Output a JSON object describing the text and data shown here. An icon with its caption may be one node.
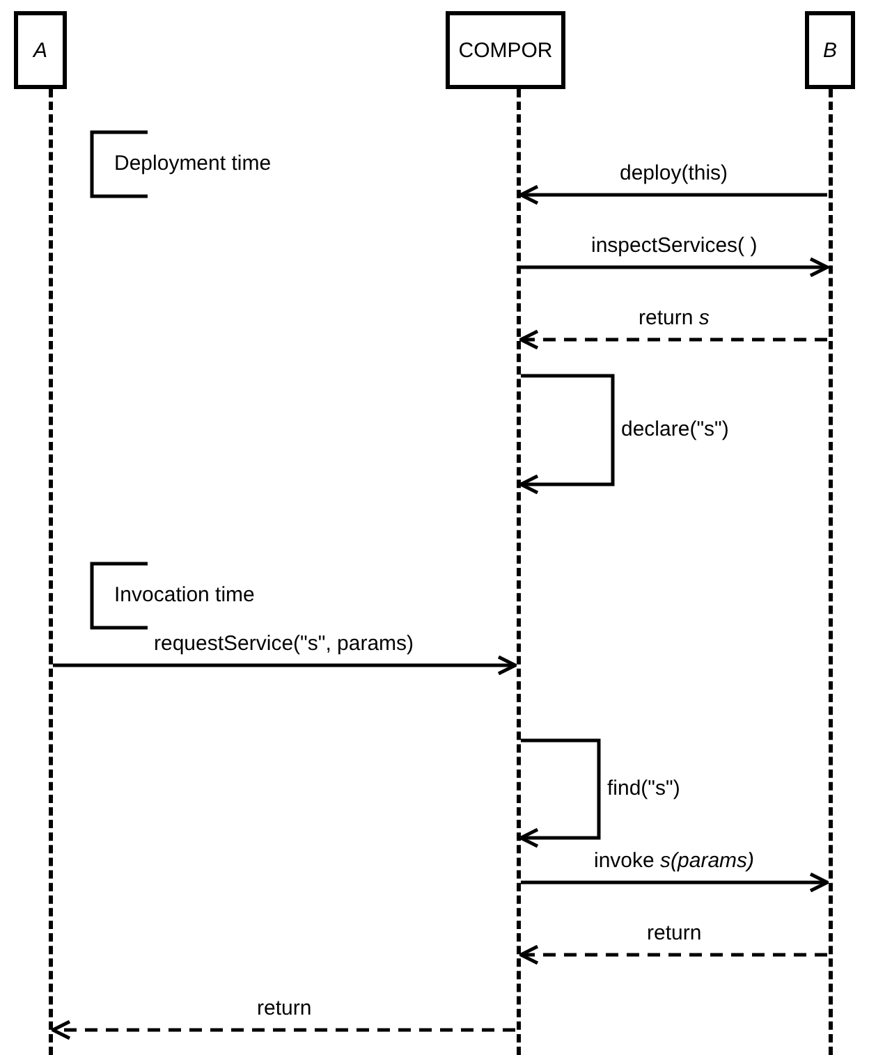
{
  "diagram": {
    "nodes": [
      {
        "text": [
          "A"
        ]
      },
      {
        "text": [
          "COMPOR"
        ]
      },
      {
        "text": [
          "B"
        ]
      },
      {
        "text": [],
        "shape": "line"
      },
      {
        "text": [],
        "shape": "line"
      },
      {
        "text": [],
        "shape": "line"
      }
    ],
    "edges": [
      {
        "from": 5,
        "to": 4,
        "arrow": "to",
        "label": "deploy(this)"
      },
      {
        "from": 4,
        "to": 5,
        "arrow": "to",
        "label": "inspectServices( )"
      },
      {
        "from": 5,
        "to": 4,
        "arrow": "to",
        "label": "return *s*",
        "style": "dashed"
      },
      {
        "from": 4,
        "to": 4,
        "arrow": "to",
        "label": "declare(\"s\")"
      },
      {
        "from": 3,
        "to": 4,
        "arrow": "to",
        "label": "requestService(\"s\", params)"
      },
      {
        "from": 4,
        "to": 4,
        "arrow": "to",
        "label": "find(\"s\")"
      },
      {
        "from": 4,
        "to": 5,
        "arrow": "to",
        "label": "invoke *s(params)*"
      },
      {
        "from": 5,
        "to": 4,
        "arrow": "to",
        "label": "return",
        "style": "dashed"
      },
      {
        "from": 4,
        "to": 3,
        "arrow": "to",
        "label": "return",
        "style": "dashed"
      }
    ],
    "labels": [
      "Deployment time",
      "Invocation time"
    ]
  }
}
